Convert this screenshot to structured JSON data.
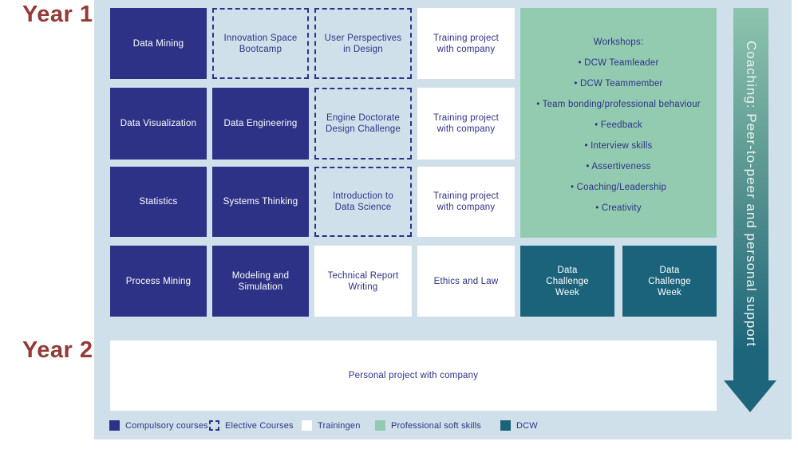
{
  "labels": {
    "year1": "Year 1",
    "year2": "Year 2"
  },
  "courses": [
    {
      "label": "Data Mining",
      "type": "compulsory"
    },
    {
      "label": "Innovation Space\nBootcamp",
      "type": "elective"
    },
    {
      "label": "User Perspectives\nin Design",
      "type": "elective"
    },
    {
      "label": "Training project\nwith company",
      "type": "training"
    },
    {
      "label": "Data Visualization",
      "type": "compulsory"
    },
    {
      "label": "Data Engineering",
      "type": "compulsory"
    },
    {
      "label": "Engine Doctorate\nDesign Challenge",
      "type": "elective"
    },
    {
      "label": "Training project\nwith company",
      "type": "training"
    },
    {
      "label": "Statistics",
      "type": "compulsory"
    },
    {
      "label": "Systems Thinking",
      "type": "compulsory"
    },
    {
      "label": "Introduction to\nData Science",
      "type": "elective"
    },
    {
      "label": "Training project\nwith company",
      "type": "training"
    },
    {
      "label": "Process Mining",
      "type": "compulsory"
    },
    {
      "label": "Modeling and\nSimulation",
      "type": "compulsory"
    },
    {
      "label": "Technical Report\nWriting",
      "type": "training"
    },
    {
      "label": "Ethics and Law",
      "type": "training"
    }
  ],
  "workshops": {
    "title": "Workshops:",
    "items": [
      "DCW Teamleader",
      "DCW Teammember",
      "Team bonding/professional behaviour",
      "Feedback",
      "Interview skills",
      "Assertiveness",
      "Coaching/Leadership",
      "Creativity"
    ]
  },
  "dcw": {
    "label1": "Data\nChallenge\nWeek",
    "label2": "Data\nChallenge\nWeek"
  },
  "year2": {
    "project_label": "Personal project with company"
  },
  "legend": {
    "items": [
      {
        "label": "Compulsory courses",
        "type": "compulsory"
      },
      {
        "label": "Elective Courses",
        "type": "elective"
      },
      {
        "label": "Trainingen",
        "type": "training"
      },
      {
        "label": "Professional soft skills",
        "type": "softskills"
      },
      {
        "label": "DCW",
        "type": "dcw"
      }
    ]
  },
  "arrow": {
    "label": "Coaching: Peer-to-peer and personal support",
    "icon": "down-arrow-icon"
  },
  "colors": {
    "navy": "#2e3286",
    "teal": "#1a637a",
    "soft_green": "#93cbb1",
    "panel_blue": "#d0e0eb",
    "maroon": "#943a37",
    "white": "#ffffff",
    "arrow_gradient_top": "#8dc4ae",
    "arrow_gradient_bottom": "#1d657b"
  }
}
